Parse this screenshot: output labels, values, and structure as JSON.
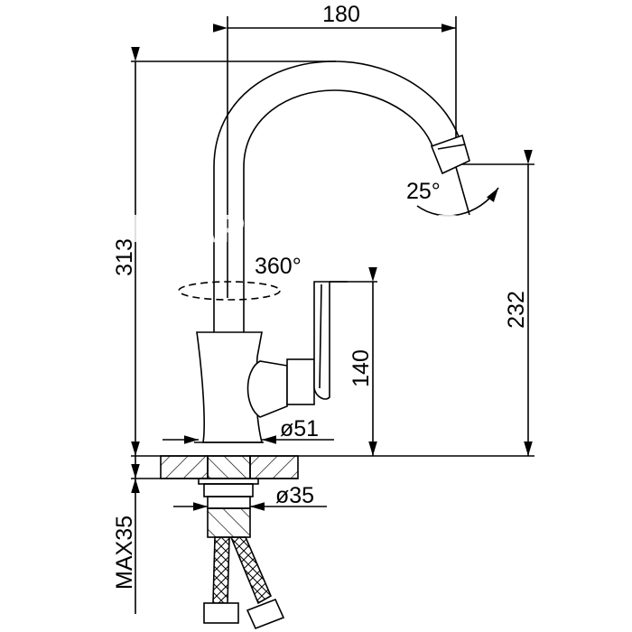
{
  "drawing": {
    "title": "Faucet dimension drawing",
    "dimensions": {
      "spout_reach": "180",
      "total_height": "313",
      "spout_height": "232",
      "handle_height": "140",
      "swivel_angle": "360°",
      "aerator_angle": "25°",
      "base_diameter": "ø51",
      "shank_diameter": "ø35",
      "max_counter_thickness": "MAX35"
    },
    "watermark": "FRAP-RUSSIA.RU"
  }
}
